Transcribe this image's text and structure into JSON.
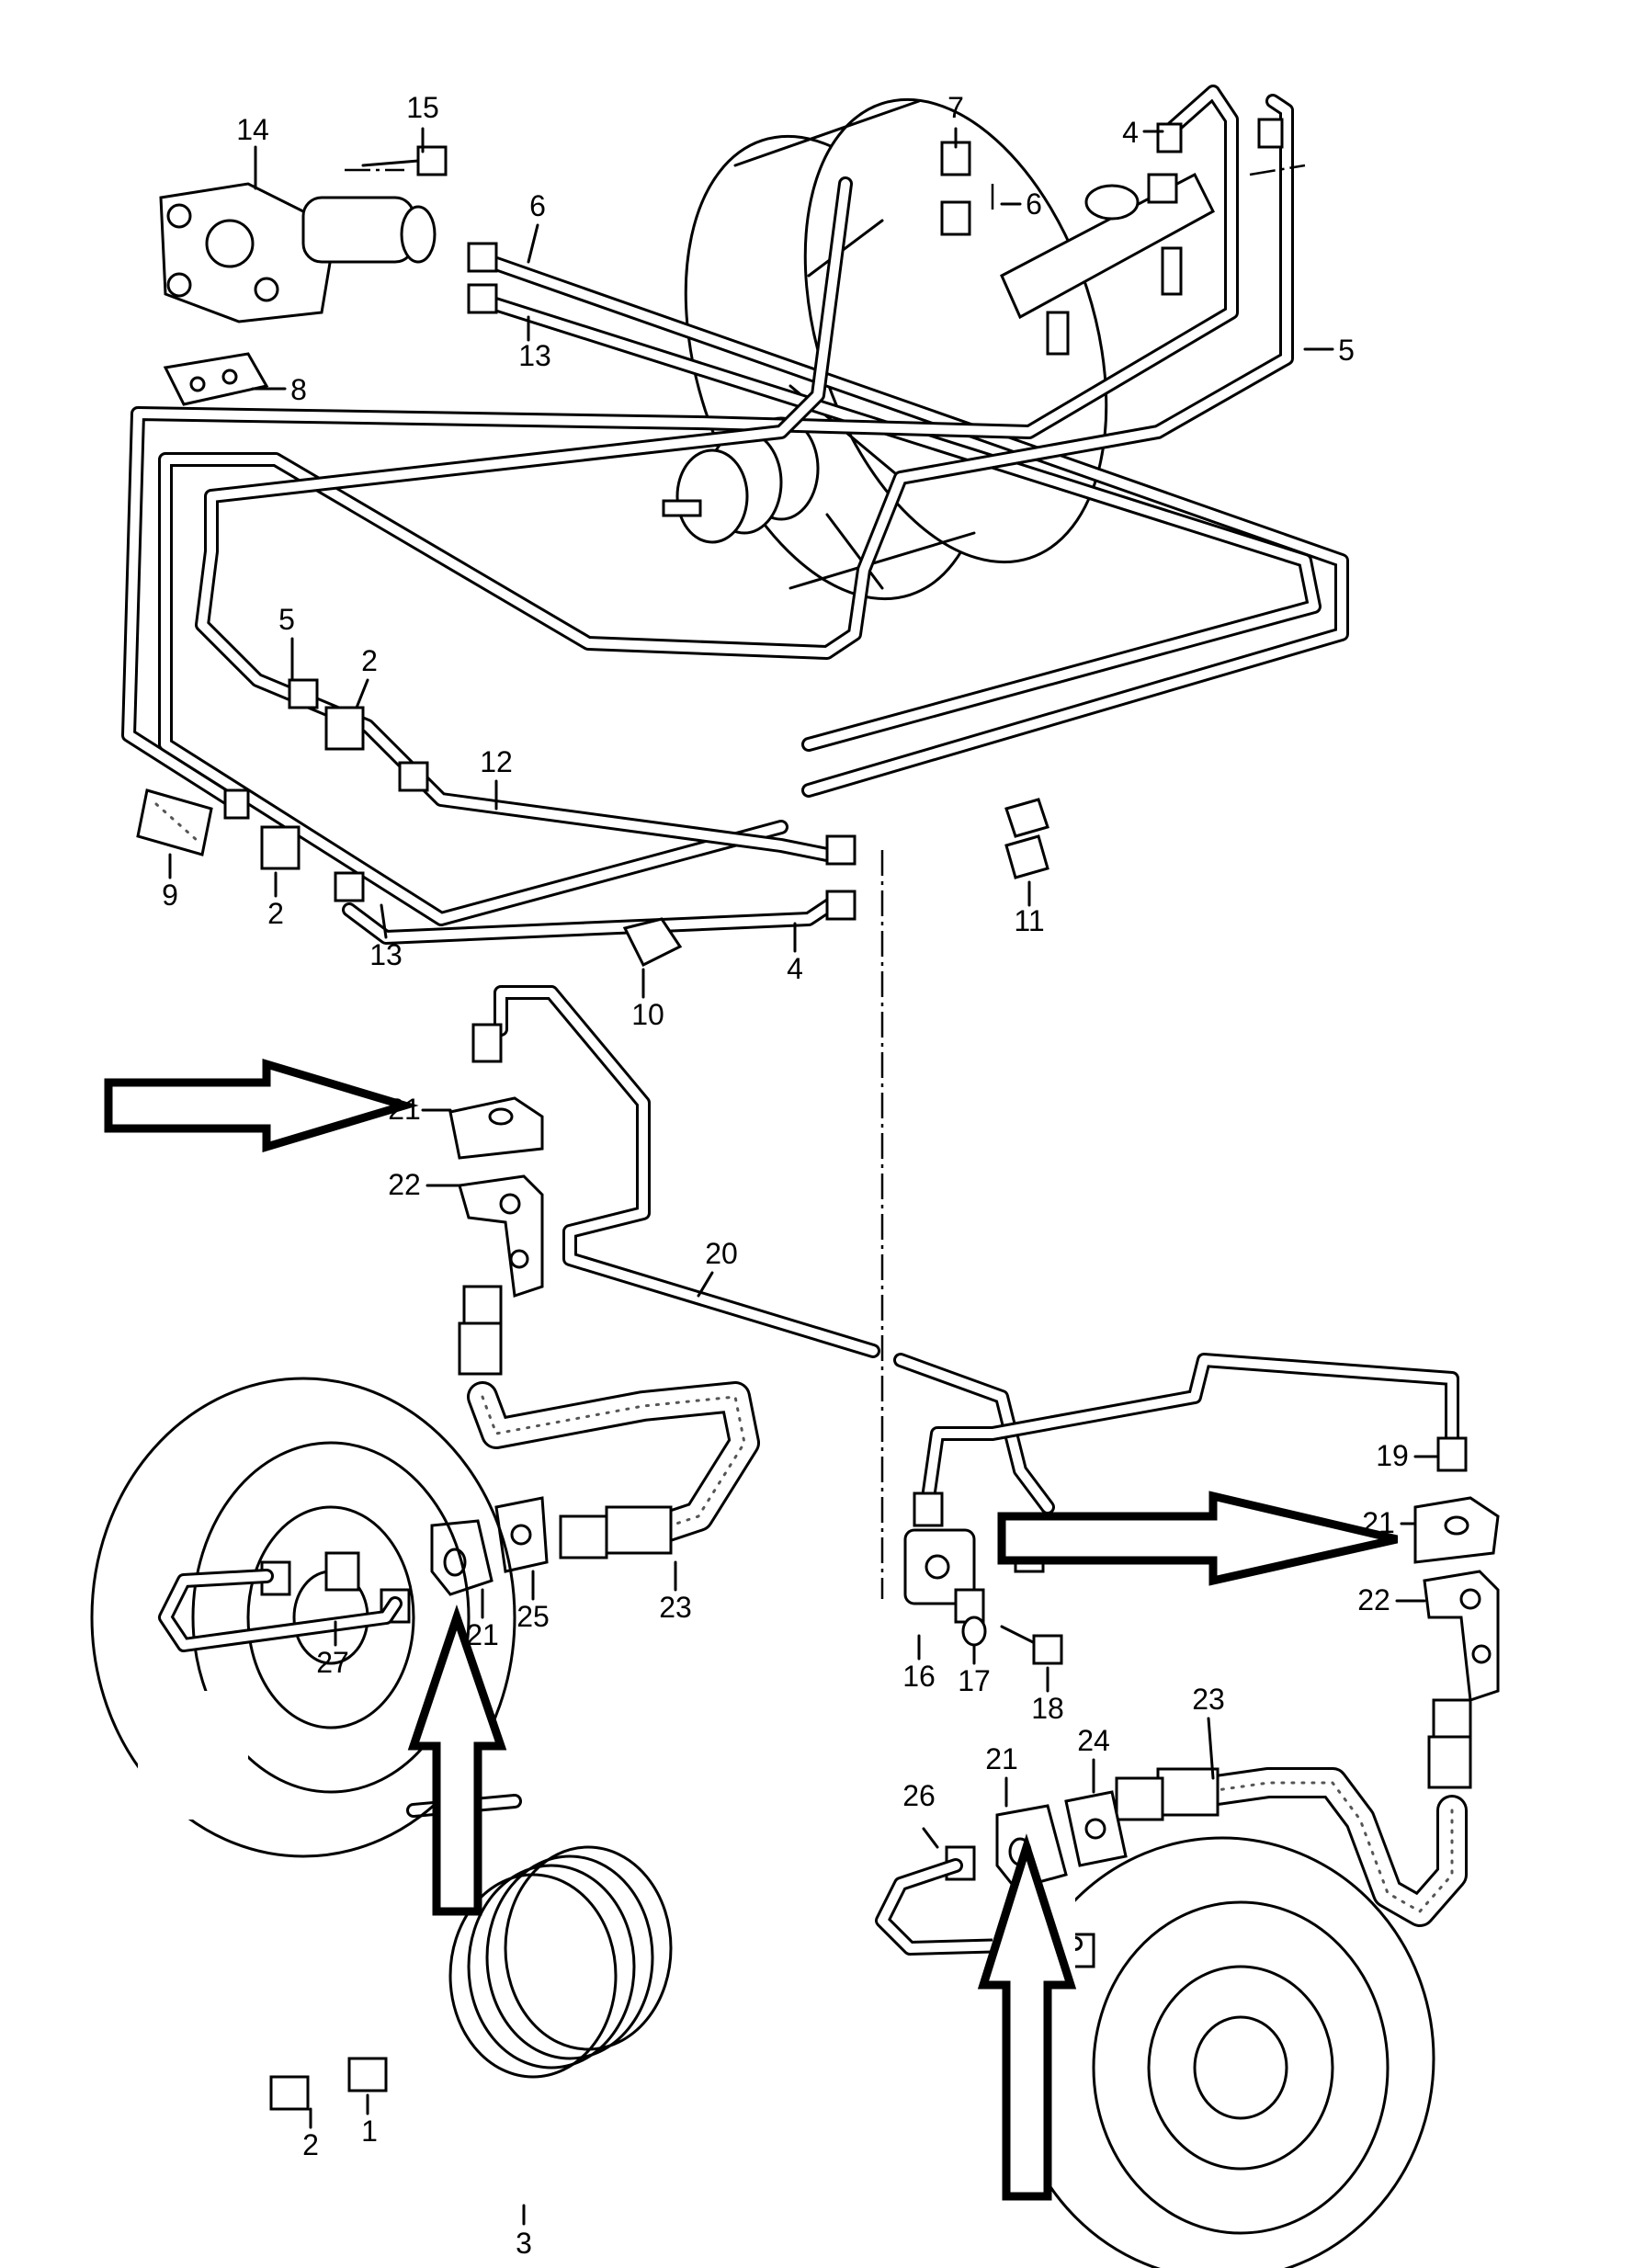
{
  "callouts": {
    "c1": "1",
    "c2a": "2",
    "c2b": "2",
    "c2c": "2",
    "c3": "3",
    "c4a": "4",
    "c4b": "4",
    "c5a": "5",
    "c5b": "5",
    "c6a": "6",
    "c6b": "6",
    "c7": "7",
    "c8": "8",
    "c9": "9",
    "c10": "10",
    "c11": "11",
    "c12": "12",
    "c13a": "13",
    "c13b": "13",
    "c14": "14",
    "c15": "15",
    "c16": "16",
    "c17": "17",
    "c18": "18",
    "c19": "19",
    "c20": "20",
    "c21a": "21",
    "c21b": "21",
    "c21c": "21",
    "c21d": "21",
    "c22a": "22",
    "c22b": "22",
    "c23a": "23",
    "c23b": "23",
    "c24": "24",
    "c25": "25",
    "c26": "26",
    "c27": "27"
  },
  "icons": {
    "highlight_arrow": "hollow-arrow-icon"
  }
}
